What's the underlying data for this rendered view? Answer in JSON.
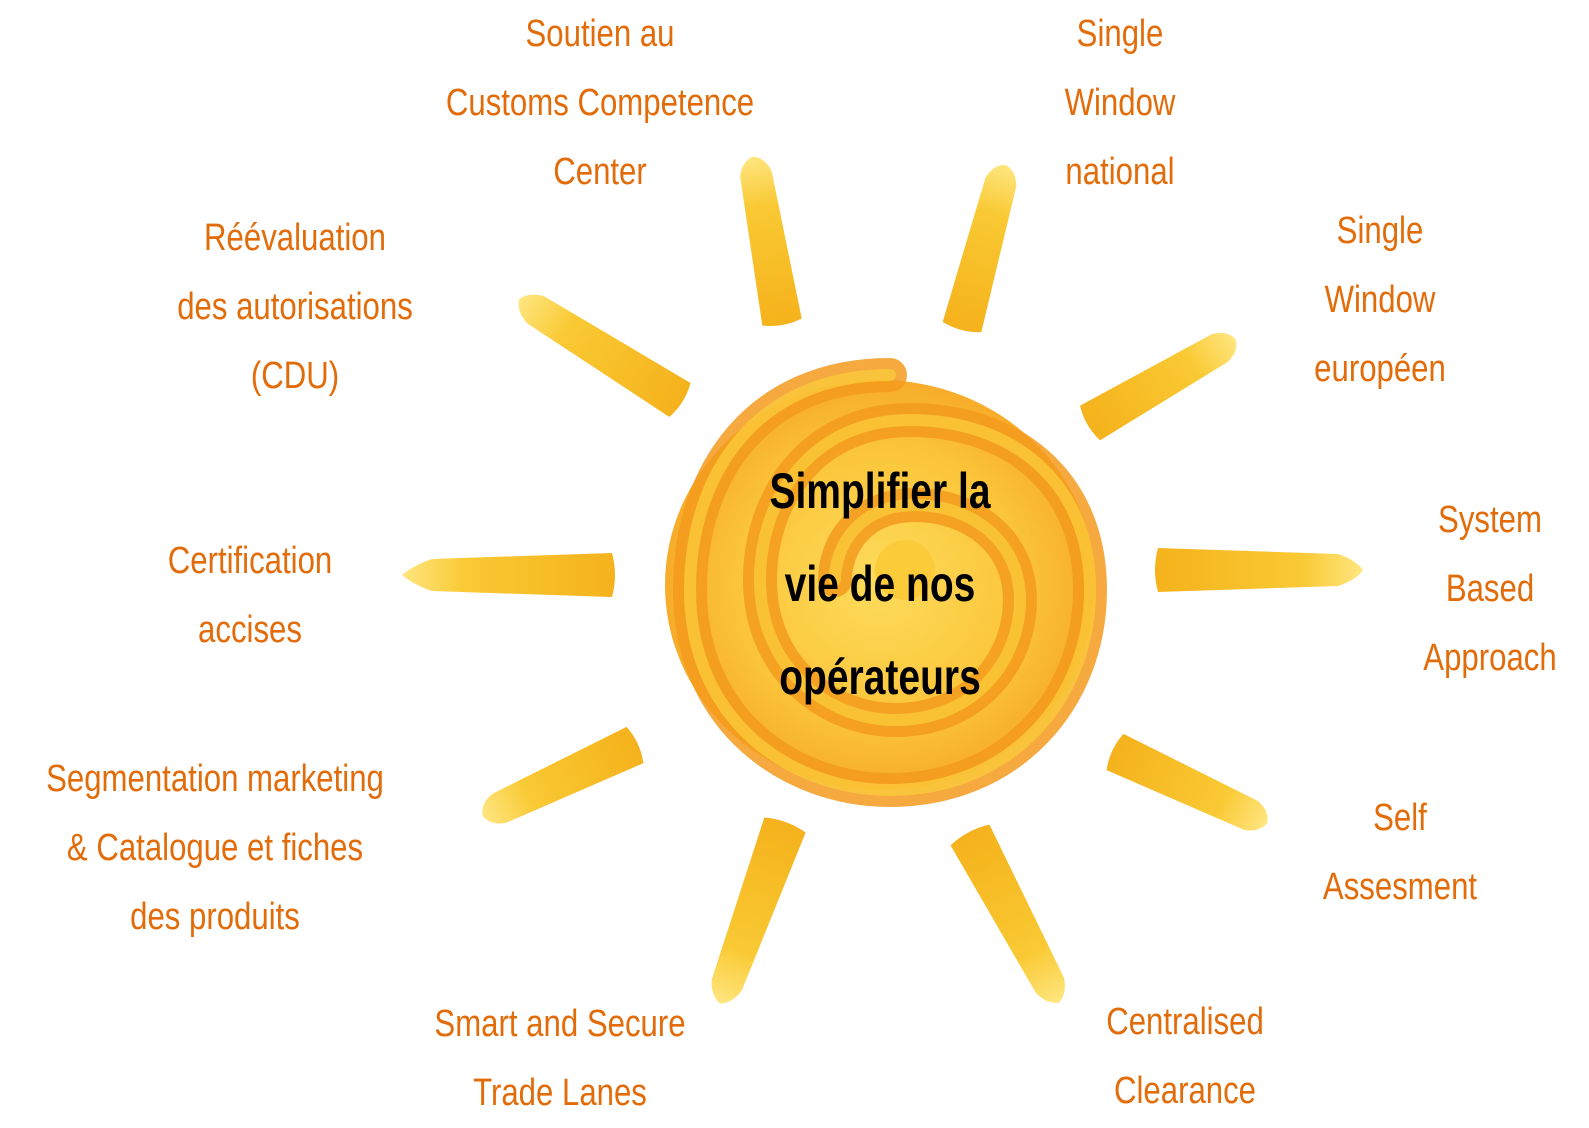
{
  "diagram": {
    "center": [
      "Simplifier la",
      "vie de nos",
      "opérateurs"
    ],
    "labels": {
      "soutien": [
        "Soutien au",
        "Customs Competence",
        "Center"
      ],
      "single_window_national": [
        "Single",
        "Window",
        "national"
      ],
      "single_window_europeen": [
        "Single",
        "Window",
        "européen"
      ],
      "system_based": [
        "System",
        "Based",
        "Approach"
      ],
      "self_assesment": [
        "Self",
        "Assesment"
      ],
      "centralised_clearance": [
        "Centralised",
        "Clearance"
      ],
      "smart_secure": [
        "Smart and Secure",
        "Trade Lanes"
      ],
      "segmentation": [
        "Segmentation marketing",
        "& Catalogue et fiches",
        "des produits"
      ],
      "certification": [
        "Certification",
        "accises"
      ],
      "reevaluation": [
        "Réévaluation",
        "des autorisations",
        "(CDU)"
      ]
    },
    "colors": {
      "label_text": "#e36c0a",
      "center_text": "#000000",
      "ray_fill": "#f8c42a",
      "ray_tip": "#ffe066",
      "swirl_orange": "#f39a1d",
      "swirl_yellow": "#fbd03c"
    }
  }
}
